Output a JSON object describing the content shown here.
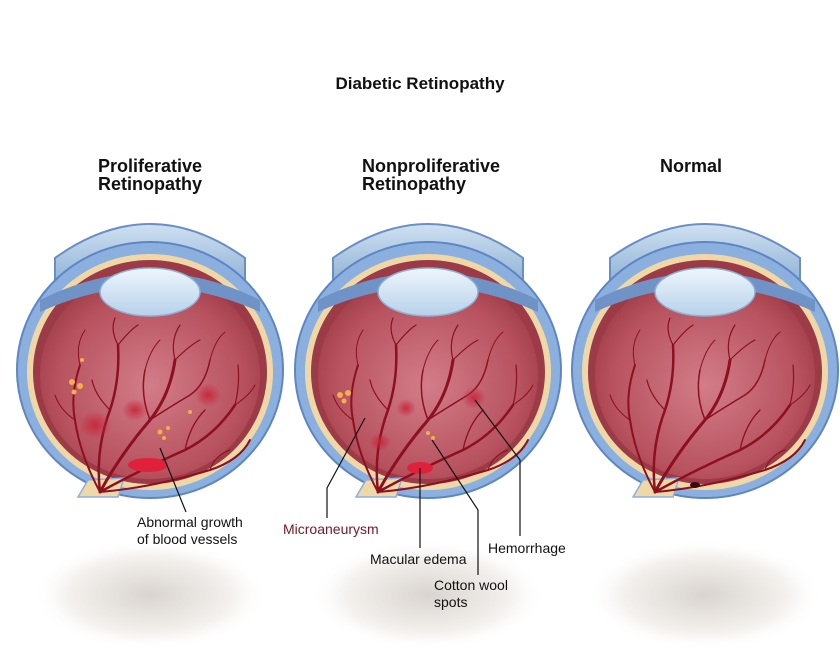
{
  "title": "Diabetic Retinopathy",
  "panels": [
    {
      "title_line1": "Proliferative",
      "title_line2": "Retinopathy"
    },
    {
      "title_line1": "Nonproliferative",
      "title_line2": "Retinopathy"
    },
    {
      "title_line1": "Normal",
      "title_line2": ""
    }
  ],
  "labels": {
    "abnormal_line1": "Abnormal growth",
    "abnormal_line2": "of blood vessels",
    "microaneurysm": "Microaneurysm",
    "macular_edema": "Macular edema",
    "cotton_line1": "Cotton wool",
    "cotton_line2": "spots",
    "hemorrhage": "Hemorrhage"
  },
  "colors": {
    "sclera": "#7fa6dc",
    "choroid": "#f2d9a8",
    "retina": "#a8434f",
    "vitreous": "#c86a77",
    "vessel": "#8c1020",
    "lens": "#cfe2f3",
    "lesion": "#d8202e",
    "exudate": "#f2b04a"
  }
}
